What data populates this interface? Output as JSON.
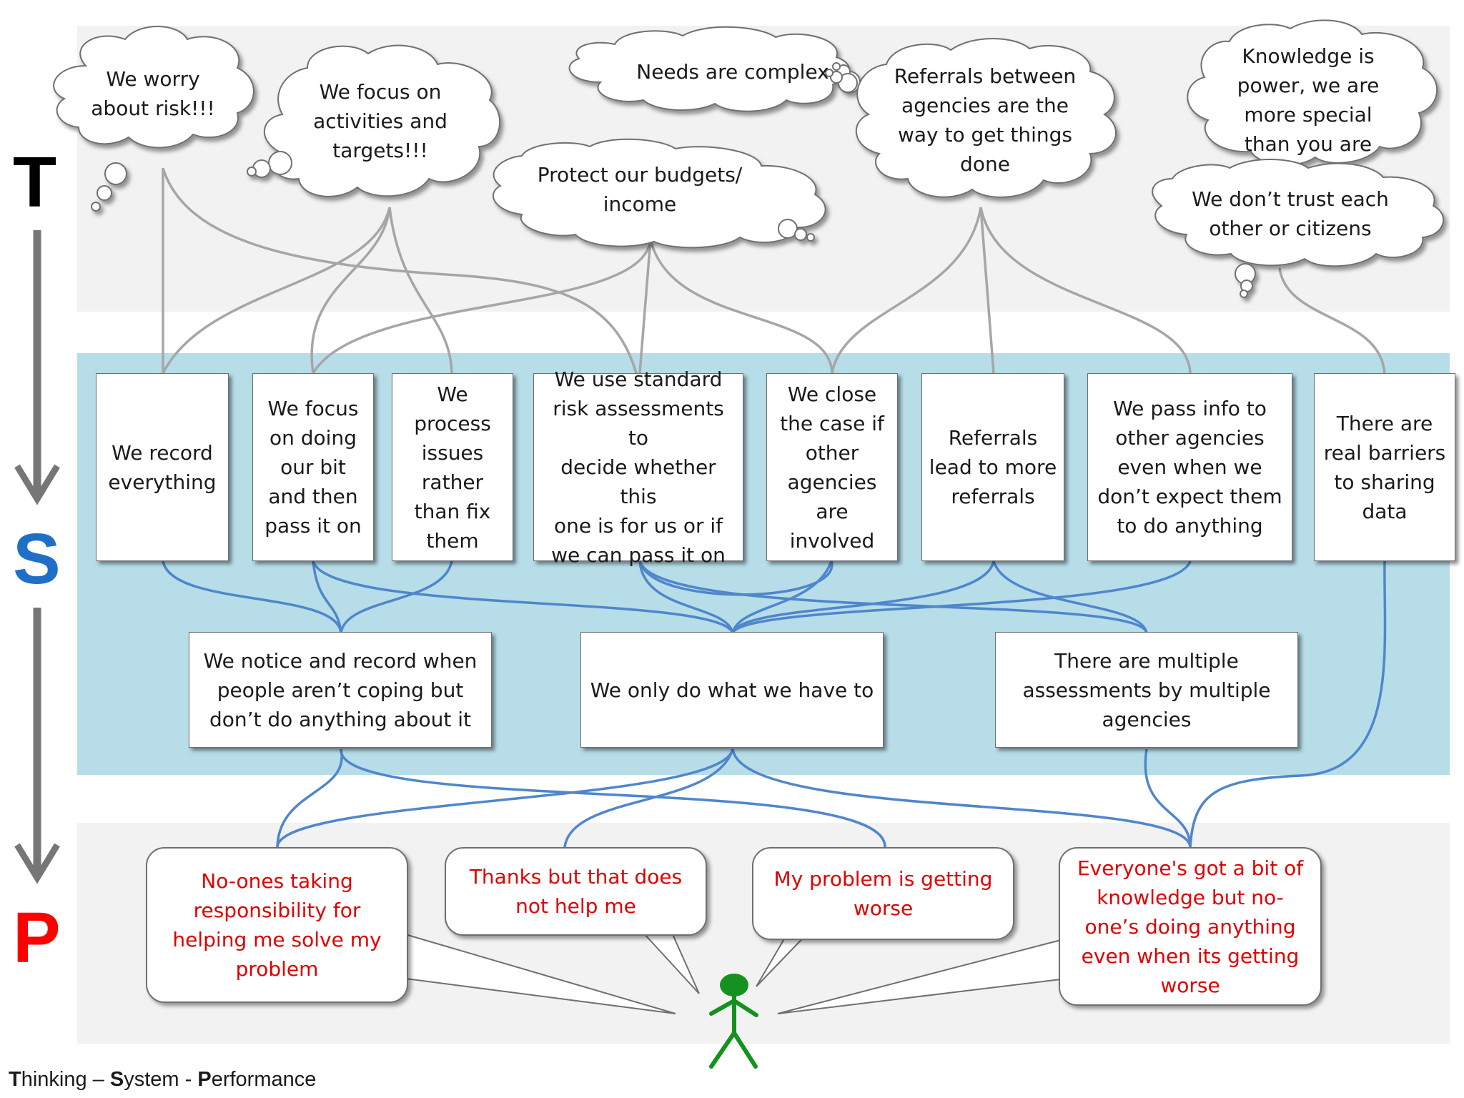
{
  "letters": {
    "t": "T",
    "s": "S",
    "p": "P"
  },
  "caption": {
    "t_initial": "T",
    "t_rest": "hinking",
    "sep1": " – ",
    "s_initial": "S",
    "s_rest": "ystem",
    "sep2": " - ",
    "p_initial": "P",
    "p_rest": "erformance"
  },
  "thoughts": [
    {
      "id": "worry-risk",
      "text": "We  worry\nabout risk!!!"
    },
    {
      "id": "focus-activities",
      "text": "We focus on\nactivities and\ntargets!!!"
    },
    {
      "id": "needs-complex",
      "text": "Needs are complex"
    },
    {
      "id": "protect-budgets",
      "text": "Protect our budgets/\nincome"
    },
    {
      "id": "referrals-way",
      "text": "Referrals between\nagencies are the\nway to get things\ndone"
    },
    {
      "id": "knowledge-power",
      "text": "Knowledge is\npower, we are\nmore special\nthan you are"
    },
    {
      "id": "dont-trust",
      "text": "We don’t trust each\nother or citizens"
    }
  ],
  "system_top": [
    {
      "id": "record-everything",
      "text": "We record\neverything"
    },
    {
      "id": "focus-our-bit",
      "text": "We focus\non doing\nour bit\nand then\npass it on"
    },
    {
      "id": "process-issues",
      "text": "We\nprocess\nissues\nrather\nthan fix\nthem"
    },
    {
      "id": "standard-risk",
      "text": "We use standard\nrisk assessments to\ndecide whether this\none is for us or if\nwe can pass it on"
    },
    {
      "id": "close-case",
      "text": "We close\nthe case if\nother\nagencies\nare\ninvolved"
    },
    {
      "id": "referrals-more",
      "text": "Referrals\nlead to more\nreferrals"
    },
    {
      "id": "pass-info",
      "text": "We pass info to\nother agencies\neven when we\ndon’t expect them\nto do anything"
    },
    {
      "id": "real-barriers",
      "text": "There are\nreal barriers\nto sharing\ndata"
    }
  ],
  "system_mid": [
    {
      "id": "notice-record",
      "text": "We notice and record when\npeople aren’t coping but\ndon’t do anything about it"
    },
    {
      "id": "only-do",
      "text": "We only do what we have to"
    },
    {
      "id": "multiple-assessments",
      "text": "There are multiple\nassessments by multiple\nagencies"
    }
  ],
  "performance": [
    {
      "id": "no-ones-taking",
      "text": "No-ones taking\nresponsibility for\nhelping me solve my\nproblem"
    },
    {
      "id": "thanks-not-help",
      "text": "Thanks but that does\nnot help me"
    },
    {
      "id": "getting-worse",
      "text": "My problem is getting\nworse"
    },
    {
      "id": "everyones-bit",
      "text": "Everyone's got a bit of\nknowledge but no-\none’s doing anything\neven when its getting\nworse"
    }
  ],
  "colors": {
    "thinking_band": "#f2f2f2",
    "system_band": "#b7dde8",
    "performance_band": "#f2f2f2",
    "thinking_connector": "#a6a6a6",
    "system_connector": "#4f86cc",
    "performance_text": "#e00000",
    "letter_s": "#1f6fc8",
    "letter_p": "#ff0000",
    "person": "#14911e"
  }
}
